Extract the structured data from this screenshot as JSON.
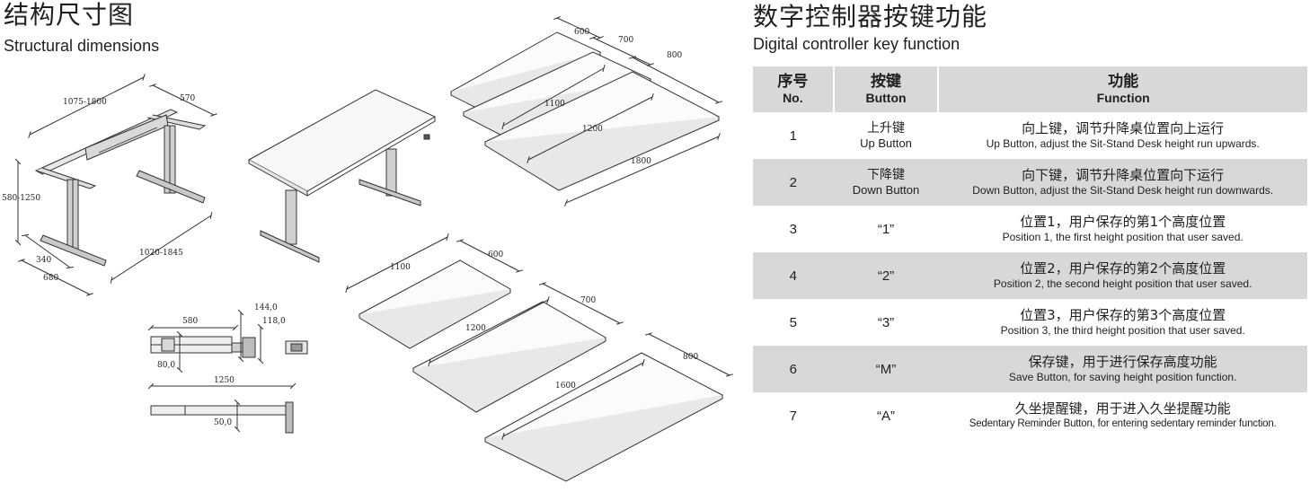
{
  "left": {
    "title_cn": "结构尺寸图",
    "title_en": "Structural dimensions",
    "frame_dims": {
      "width_range": "1075-1800",
      "depth": "570",
      "height_range": "580-1250",
      "foot_spacing": "340",
      "foot_length": "680",
      "frame_span": "1020-1845"
    },
    "detail_dims": {
      "arm_length": "580",
      "col_size_1": "144,0",
      "col_size_2": "118,0",
      "beam_size": "80,0",
      "beam_length": "1250",
      "beam_width": "50,0"
    },
    "desktop_dims_set1": {
      "d1": "600",
      "d2": "700",
      "d3": "800",
      "w1": "1100",
      "w2": "1200",
      "w3": "1800"
    },
    "desktop_dims_set2": {
      "w1": "1100",
      "d1": "600",
      "w2": "1200",
      "d2": "700",
      "w3": "1600",
      "d3": "800"
    }
  },
  "right": {
    "title_cn": "数字控制器按键功能",
    "title_en": "Digital controller key function",
    "headers": {
      "no_cn": "序号",
      "no_en": "No.",
      "button_cn": "按键",
      "button_en": "Button",
      "function_cn": "功能",
      "function_en": "Function"
    },
    "rows": [
      {
        "no": "1",
        "btn_cn": "上升键",
        "btn_en": "Up Button",
        "fn_cn": "向上键，调节升降桌位置向上运行",
        "fn_en": "Up Button, adjust the Sit-Stand Desk height run upwards."
      },
      {
        "no": "2",
        "btn_cn": "下降键",
        "btn_en": "Down Button",
        "fn_cn": "向下键，调节升降桌位置向下运行",
        "fn_en": "Down Button, adjust the Sit-Stand Desk height run downwards."
      },
      {
        "no": "3",
        "btn": "“1”",
        "fn_cn": "位置1，用户保存的第1个高度位置",
        "fn_en": "Position 1, the first height position that user saved."
      },
      {
        "no": "4",
        "btn": "“2”",
        "fn_cn": "位置2，用户保存的第2个高度位置",
        "fn_en": "Position 2, the second height position that user saved."
      },
      {
        "no": "5",
        "btn": "“3”",
        "fn_cn": "位置3，用户保存的第3个高度位置",
        "fn_en": "Position 3, the third height position that user saved."
      },
      {
        "no": "6",
        "btn": "“M”",
        "fn_cn": "保存键，用于进行保存高度功能",
        "fn_en": "Save Button, for saving height position function."
      },
      {
        "no": "7",
        "btn": "“A”",
        "fn_cn": "久坐提醒键，用于进入久坐提醒功能",
        "fn_en": "Sedentary Reminder Button, for entering sedentary reminder function."
      }
    ]
  }
}
